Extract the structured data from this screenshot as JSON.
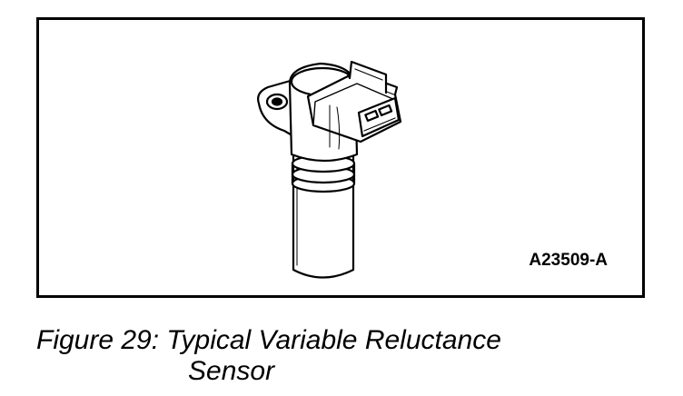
{
  "figure": {
    "part_number": "A23509-A",
    "illustration": "variable-reluctance-sensor-drawing"
  },
  "caption": {
    "line1": "Figure 29: Typical Variable Reluctance",
    "line2": "Sensor"
  }
}
